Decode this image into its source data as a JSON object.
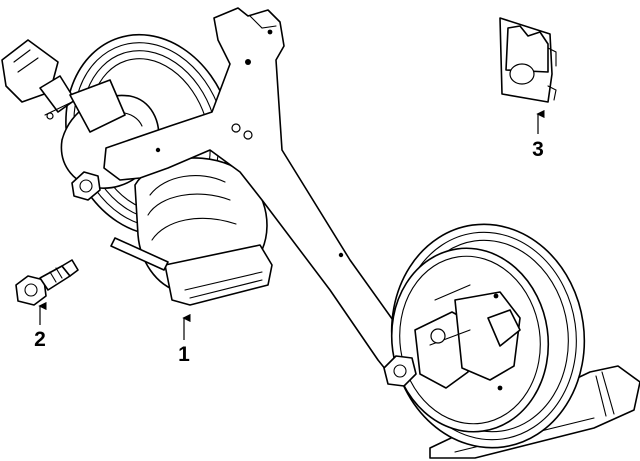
{
  "diagram": {
    "callouts": [
      {
        "id": "bracket",
        "label": "1"
      },
      {
        "id": "bolt",
        "label": "2"
      },
      {
        "id": "clip",
        "label": "3"
      }
    ],
    "colors": {
      "line": "#000000",
      "background": "#ffffff"
    }
  }
}
